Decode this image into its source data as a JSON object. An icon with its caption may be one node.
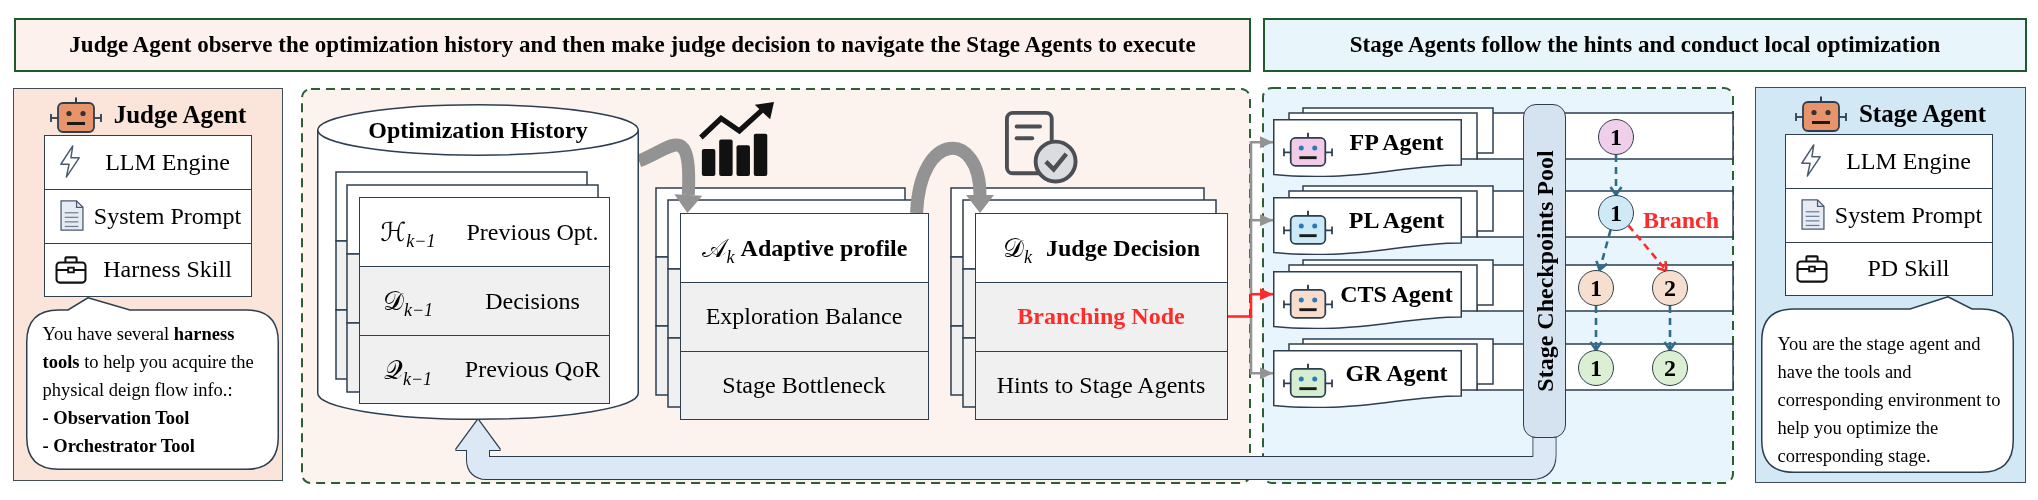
{
  "diagram": {
    "nodes": [
      {
        "text": [
          "Judge Agent observe the optimization history and then make judge decision to navigate the Stage Agents to execute"
        ]
      },
      {
        "text": [
          "Stage Agents follow the hints and conduct local optimization"
        ]
      },
      {
        "text": [
          "Judge Agent"
        ]
      },
      {
        "text": [
          "LLM Engine"
        ],
        "in": 2
      },
      {
        "text": [
          "System Prompt"
        ],
        "in": 2
      },
      {
        "text": [
          "Harness Skill"
        ],
        "in": 2
      },
      {
        "text": [
          "You have several **harness tools** to help you acquire the physical deign flow info.:",
          "- Observation Tool",
          "- Orchestrator Tool"
        ],
        "in": 2
      },
      {
        "text": [
          "Optimization History"
        ]
      },
      {
        "text": [
          "ℋ$_{k−1}$",
          "Previous Opt."
        ],
        "in": 7
      },
      {
        "text": [
          "𝒟$_{k−1}$",
          "Decisions"
        ],
        "in": 7
      },
      {
        "text": [
          "𝒬$_{k−1}$",
          "Previous QoR"
        ],
        "in": 7
      },
      {
        "text": [
          "𝒜$_{k}$",
          "Adaptive profile"
        ]
      },
      {
        "text": [
          "Exploration Balance"
        ],
        "in": 11
      },
      {
        "text": [
          "Stage Bottleneck"
        ],
        "in": 11
      },
      {
        "text": [
          "𝒟$_{k}$",
          "Judge Decision"
        ]
      },
      {
        "text": [
          "Branching Node"
        ],
        "in": 14
      },
      {
        "text": [
          "Hints to Stage Agents"
        ],
        "in": 14
      },
      {
        "text": [
          "FP Agent"
        ]
      },
      {
        "text": [
          "PL Agent"
        ]
      },
      {
        "text": [
          "CTS Agent"
        ]
      },
      {
        "text": [
          "GR Agent"
        ]
      },
      {
        "text": [
          "Stage Checkpoints Pool"
        ]
      },
      {
        "text": [
          "1"
        ]
      },
      {
        "text": [
          "1"
        ]
      },
      {
        "text": [
          "1"
        ]
      },
      {
        "text": [
          "2"
        ]
      },
      {
        "text": [
          "1"
        ]
      },
      {
        "text": [
          "2"
        ]
      },
      {
        "text": [
          "Stage Agent"
        ]
      },
      {
        "text": [
          "LLM Engine"
        ],
        "in": 28
      },
      {
        "text": [
          "System Prompt"
        ],
        "in": 28
      },
      {
        "text": [
          "PD Skill"
        ],
        "in": 28
      },
      {
        "text": [
          "You are the stage agent and have the tools and corresponding environment to help you optimize the corresponding stage."
        ],
        "in": 28
      }
    ],
    "edges": [
      {
        "from": 7,
        "to": 11,
        "arrow": "to",
        "style": "thick"
      },
      {
        "from": 11,
        "to": 14,
        "arrow": "to",
        "style": "thick"
      },
      {
        "from": 15,
        "to": 17,
        "arrow": "to"
      },
      {
        "from": 15,
        "to": 18,
        "arrow": "to"
      },
      {
        "from": 15,
        "to": 19,
        "arrow": "to",
        "color": "#ff2a2a"
      },
      {
        "from": 15,
        "to": 20,
        "arrow": "to"
      },
      {
        "from": 21,
        "to": 7,
        "arrow": "to",
        "style": "thick",
        "color": "#dce8f5"
      },
      {
        "from": 22,
        "to": 23,
        "arrow": "to",
        "style": "dashed",
        "color": "#2e6b8c"
      },
      {
        "from": 23,
        "to": 24,
        "arrow": "to",
        "style": "dashed",
        "color": "#2e6b8c"
      },
      {
        "from": 23,
        "to": 25,
        "arrow": "to",
        "style": "dashed",
        "color": "#ff2a2a",
        "label": "Branch"
      },
      {
        "from": 24,
        "to": 26,
        "arrow": "to",
        "style": "dashed",
        "color": "#2e6b8c"
      },
      {
        "from": 25,
        "to": 27,
        "arrow": "to",
        "style": "dashed",
        "color": "#2e6b8c"
      }
    ]
  }
}
